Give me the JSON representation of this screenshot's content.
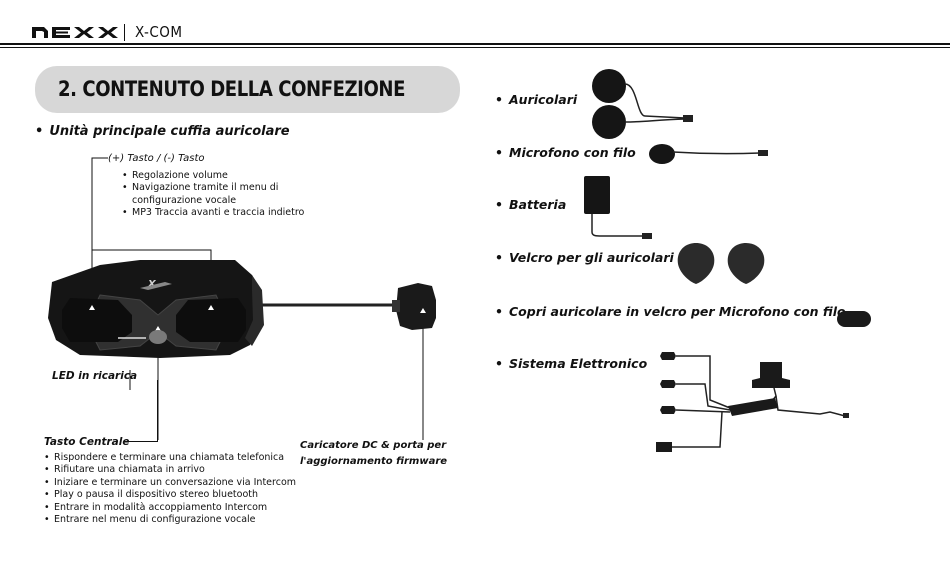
{
  "header": {
    "brand": "NEXX",
    "model": "X-COM"
  },
  "section": {
    "title": "2. CONTENUTO DELLA CONFEZIONE"
  },
  "main_unit": {
    "title": "Unità principale cuffia auricolare",
    "volume_button": {
      "label": "(+) Tasto / (-) Tasto",
      "bullets": [
        "Regolazione volume",
        "Navigazione tramite il menu di",
        "configurazione vocale",
        "MP3 Traccia avanti e traccia indietro"
      ]
    },
    "led_label": "LED in ricarica",
    "center_button": {
      "label": "Tasto Centrale",
      "bullets": [
        "Rispondere e terminare una chiamata telefonica",
        "Rifiutare una chiamata in arrivo",
        "Iniziare e terminare un conversazione via Intercom",
        "Play o pausa il dispositivo stereo bluetooth",
        "Entrare in modalità accoppiamento Intercom",
        "Entrare nel menu di configurazione vocale"
      ]
    },
    "charger_label_line1": "Caricatore DC & porta per",
    "charger_label_line2": "l'aggiornamento firmware"
  },
  "contents": [
    "Auricolari",
    "Microfono con filo",
    "Batteria",
    "Velcro per gli auricolari",
    "Copri auricolare in velcro per Microfono con filo",
    "Sistema Elettronico"
  ]
}
